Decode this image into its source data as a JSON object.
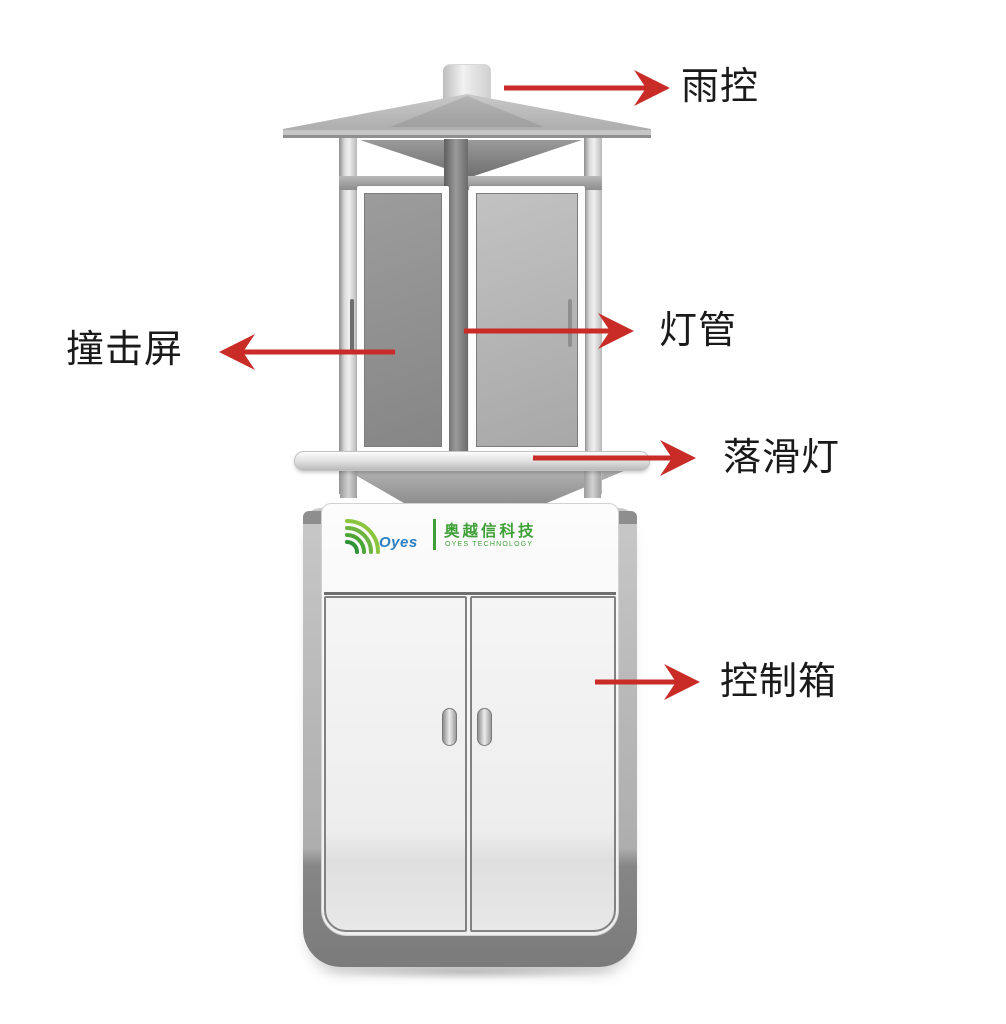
{
  "annotations": [
    {
      "id": "rain-control",
      "text": "雨控",
      "direction": "right"
    },
    {
      "id": "impact-screen",
      "text": "撞击屏",
      "direction": "left"
    },
    {
      "id": "lamp-tube",
      "text": "灯管",
      "direction": "right"
    },
    {
      "id": "slide-lamp",
      "text": "落滑灯",
      "direction": "right"
    },
    {
      "id": "control-box",
      "text": "控制箱",
      "direction": "right"
    }
  ],
  "logo": {
    "wordmark": "Oyes",
    "company_cn": "奥越信科技",
    "company_en": "OYES TECHNOLOGY"
  },
  "colors": {
    "arrow_red": "#c92b27",
    "logo_green": "#3fa037",
    "logo_blue": "#2b7fc2",
    "label_text": "#1a1a1a"
  }
}
